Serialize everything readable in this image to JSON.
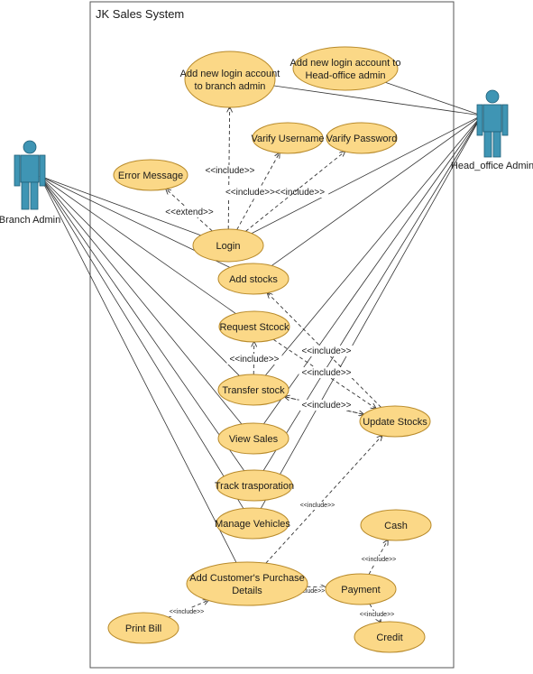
{
  "diagram": {
    "system_title": "JK Sales System",
    "actors": [
      {
        "id": "branch",
        "name": "Branch Admin"
      },
      {
        "id": "head",
        "name": "Head_office Admin"
      }
    ],
    "use_cases": [
      {
        "id": "add_branch_login",
        "lines": [
          "Add new login account",
          "to branch admin"
        ]
      },
      {
        "id": "add_head_login",
        "lines": [
          "Add new login account to",
          "Head-office admin"
        ]
      },
      {
        "id": "verify_username",
        "lines": [
          "Varify Username"
        ]
      },
      {
        "id": "verify_password",
        "lines": [
          "Varify Password"
        ]
      },
      {
        "id": "error_message",
        "lines": [
          "Error Message"
        ]
      },
      {
        "id": "login",
        "lines": [
          "Login"
        ]
      },
      {
        "id": "add_stocks",
        "lines": [
          "Add stocks"
        ]
      },
      {
        "id": "request_stock",
        "lines": [
          "Request Stcock"
        ]
      },
      {
        "id": "transfer_stock",
        "lines": [
          "Transfer stock"
        ]
      },
      {
        "id": "view_sales",
        "lines": [
          "View Sales"
        ]
      },
      {
        "id": "update_stocks",
        "lines": [
          "Update Stocks"
        ]
      },
      {
        "id": "track_transport",
        "lines": [
          "Track trasporation"
        ]
      },
      {
        "id": "manage_vehicles",
        "lines": [
          "Manage Vehicles"
        ]
      },
      {
        "id": "cash",
        "lines": [
          "Cash"
        ]
      },
      {
        "id": "add_purchase",
        "lines": [
          "Add Customer's Purchase",
          "Details"
        ]
      },
      {
        "id": "payment",
        "lines": [
          "Payment"
        ]
      },
      {
        "id": "print_bill",
        "lines": [
          "Print Bill"
        ]
      },
      {
        "id": "credit",
        "lines": [
          "Credit"
        ]
      }
    ],
    "associations": [
      [
        "branch",
        "login"
      ],
      [
        "branch",
        "add_stocks"
      ],
      [
        "branch",
        "request_stock"
      ],
      [
        "branch",
        "transfer_stock"
      ],
      [
        "branch",
        "view_sales"
      ],
      [
        "branch",
        "track_transport"
      ],
      [
        "branch",
        "manage_vehicles"
      ],
      [
        "branch",
        "add_purchase"
      ],
      [
        "head",
        "add_branch_login"
      ],
      [
        "head",
        "add_head_login"
      ],
      [
        "head",
        "login"
      ],
      [
        "head",
        "add_stocks"
      ],
      [
        "head",
        "transfer_stock"
      ],
      [
        "head",
        "view_sales"
      ],
      [
        "head",
        "track_transport"
      ],
      [
        "head",
        "manage_vehicles"
      ]
    ],
    "dependency_labels": {
      "include": "<<include>>",
      "extend": "<<extend>>",
      "include_pair": "<<include>><<include>>"
    },
    "dependencies": [
      {
        "from": "login",
        "to": "add_branch_login",
        "label": "<<include>>"
      },
      {
        "from": "login",
        "to": "verify_username",
        "label": "<<include>><<include>>"
      },
      {
        "from": "login",
        "to": "verify_password",
        "label": ""
      },
      {
        "from": "login",
        "to": "error_message",
        "label": "<<extend>>"
      },
      {
        "from": "update_stocks",
        "to": "add_stocks",
        "label": ""
      },
      {
        "from": "transfer_stock",
        "to": "request_stock",
        "label": "<<include>>"
      },
      {
        "from": "request_stock",
        "to": "update_stocks",
        "label": "<<include>>"
      },
      {
        "from": "update_stocks",
        "to": "transfer_stock",
        "label": "<<include>>"
      },
      {
        "from": "transfer_stock",
        "to": "update_stocks",
        "label": "<<include>>"
      },
      {
        "from": "add_purchase",
        "to": "update_stocks",
        "label": "<<include>>"
      },
      {
        "from": "add_purchase",
        "to": "payment",
        "label": "<<include>>"
      },
      {
        "from": "payment",
        "to": "cash",
        "label": "<<include>>"
      },
      {
        "from": "payment",
        "to": "credit",
        "label": "<<include>>"
      },
      {
        "from": "print_bill",
        "to": "add_purchase",
        "label": "<<include>>"
      }
    ]
  },
  "colors": {
    "usecase_fill": "#fbd887",
    "usecase_stroke": "#b88a2a",
    "actor_fill": "#3f95b4",
    "line": "#333333"
  }
}
